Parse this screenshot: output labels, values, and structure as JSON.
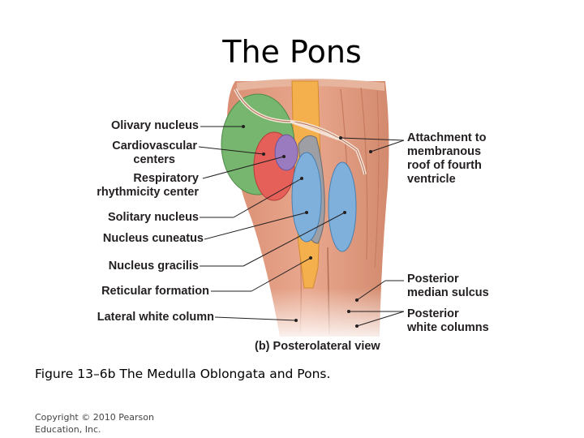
{
  "title": "The Pons",
  "figure": {
    "left_labels": {
      "olivary": "Olivary nucleus",
      "cardio_1": "Cardiovascular",
      "cardio_2": "centers",
      "resp_1": "Respiratory",
      "resp_2": "rhythmicity center",
      "solitary": "Solitary nucleus",
      "cuneatus": "Nucleus cuneatus",
      "gracilis": "Nucleus gracilis",
      "reticular": "Reticular formation",
      "lateral": "Lateral white column"
    },
    "right_labels": {
      "attach_1": "Attachment to",
      "attach_2": "membranous",
      "attach_3": "roof of fourth",
      "attach_4": "ventricle",
      "sulcus_1": "Posterior",
      "sulcus_2": "median sulcus",
      "columns_1": "Posterior",
      "columns_2": "white columns"
    },
    "view_label": "(b) Posterolateral view"
  },
  "caption": "Figure 13–6b The Medulla Oblongata and Pons.",
  "copyright_1": "Copyright © 2010 Pearson",
  "copyright_2": "Education, Inc."
}
